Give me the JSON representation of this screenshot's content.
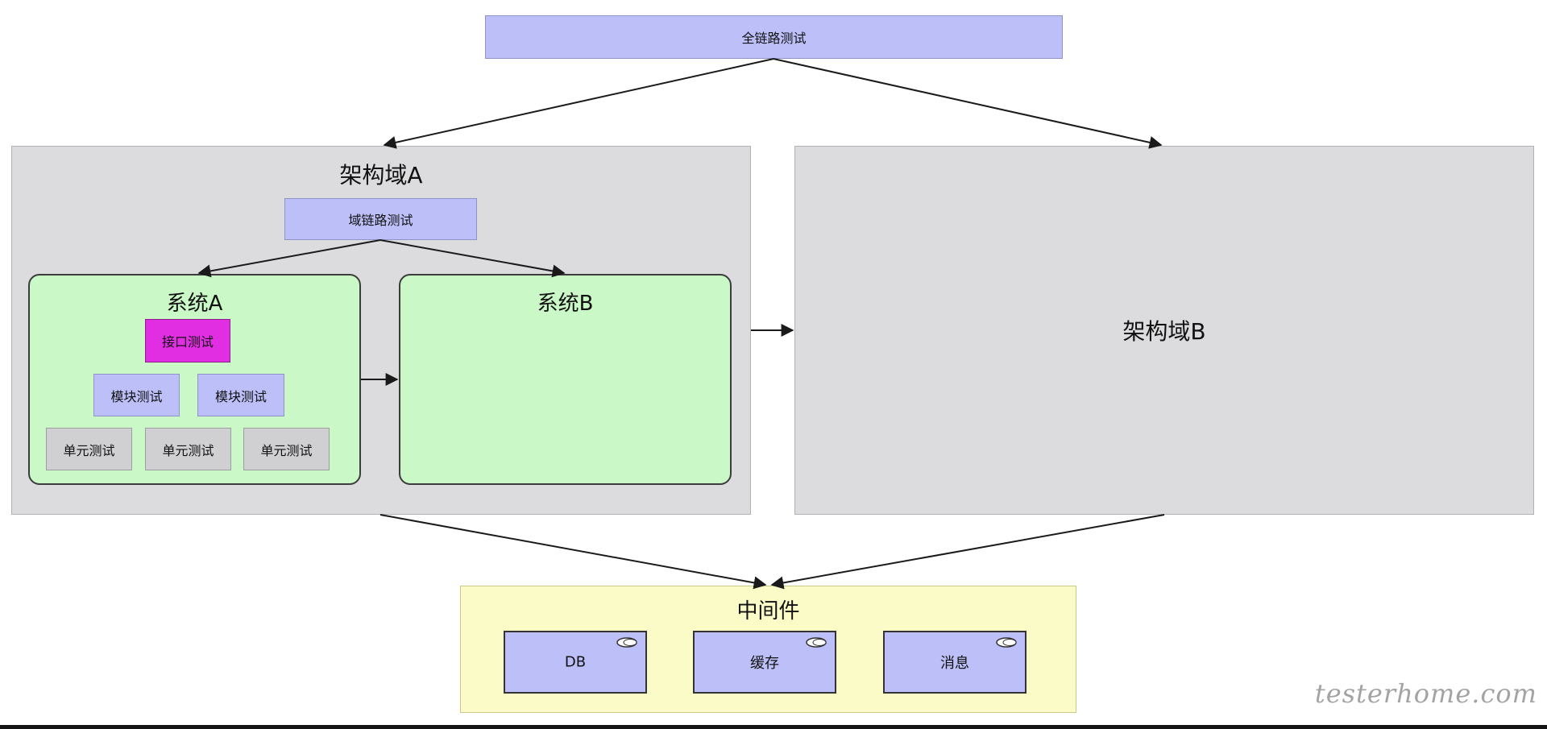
{
  "top": {
    "label": "全链路测试"
  },
  "domain_a": {
    "title": "架构域A",
    "chain_test_label": "域链路测试",
    "system_a": {
      "title": "系统A",
      "interface_test_label": "接口测试",
      "module_tests": [
        "模块测试",
        "模块测试"
      ],
      "unit_tests": [
        "单元测试",
        "单元测试",
        "单元测试"
      ]
    },
    "system_b": {
      "title": "系统B"
    }
  },
  "domain_b": {
    "title": "架构域B"
  },
  "middleware": {
    "title": "中间件",
    "items": [
      "DB",
      "缓存",
      "消息"
    ]
  },
  "watermark": "testerhome.com",
  "colors": {
    "top_bar": "#bcbff8",
    "domain_bg": "#dcdcde",
    "system_bg": "#cbf8c7",
    "interface_bg": "#e22ee2",
    "unit_bg": "#d0d0d2",
    "middleware_bg": "#fbfbc7"
  },
  "icons": {
    "middleware_item": "cylinder-icon",
    "arrow": "arrow-icon"
  }
}
